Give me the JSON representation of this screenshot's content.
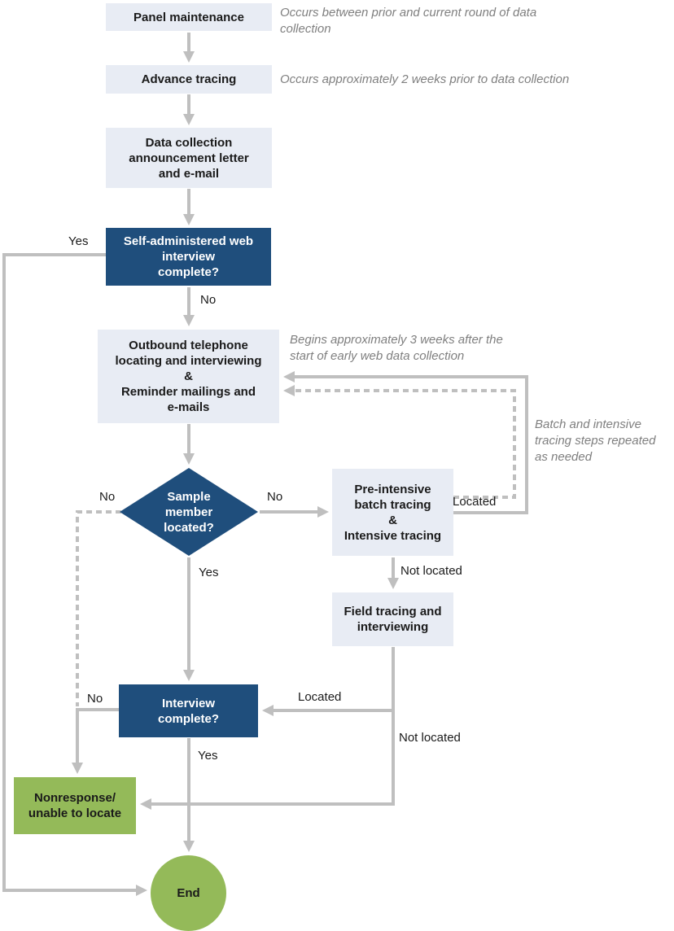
{
  "title": "Panel maintenance and tracing process flowchart",
  "colors": {
    "dark_blue": "#1f4e7c",
    "light_box": "#e8ecf4",
    "green": "#94ba59",
    "line_grey": "#bfbfbf",
    "note_grey": "#7f7f7f",
    "text_dark": "#1a1a1a"
  },
  "nodes": {
    "panel_maintenance": "Panel maintenance",
    "advance_tracing": "Advance tracing",
    "announcement": "Data collection\nannouncement letter\nand e-mail",
    "web_interview": "Self-administered web\ninterview\ncomplete?",
    "outbound": "Outbound telephone\nlocating and interviewing\n&\nReminder mailings and\ne-mails",
    "sample_located": "Sample\nmember\nlocated?",
    "pre_intensive": "Pre-intensive\nbatch tracing\n&\nIntensive tracing",
    "field_tracing": "Field tracing and\ninterviewing",
    "interview_complete": "Interview\ncomplete?",
    "nonresponse": "Nonresponse/\nunable to locate",
    "end": "End"
  },
  "edge_labels": {
    "web_yes": "Yes",
    "web_no": "No",
    "sample_no_left": "No",
    "sample_no_right": "No",
    "sample_yes": "Yes",
    "batch_located": "Located",
    "batch_not_located": "Not located",
    "field_located": "Located",
    "field_not_located": "Not located",
    "interview_no": "No",
    "interview_yes": "Yes"
  },
  "notes": {
    "panel_maintenance": "Occurs between prior and current round of data\ncollection",
    "advance_tracing": "Occurs approximately 2 weeks prior to data collection",
    "outbound": "Begins approximately 3 weeks after the\nstart of early web data collection",
    "tracing_loop": "Batch and intensive\ntracing steps repeated\nas needed"
  }
}
